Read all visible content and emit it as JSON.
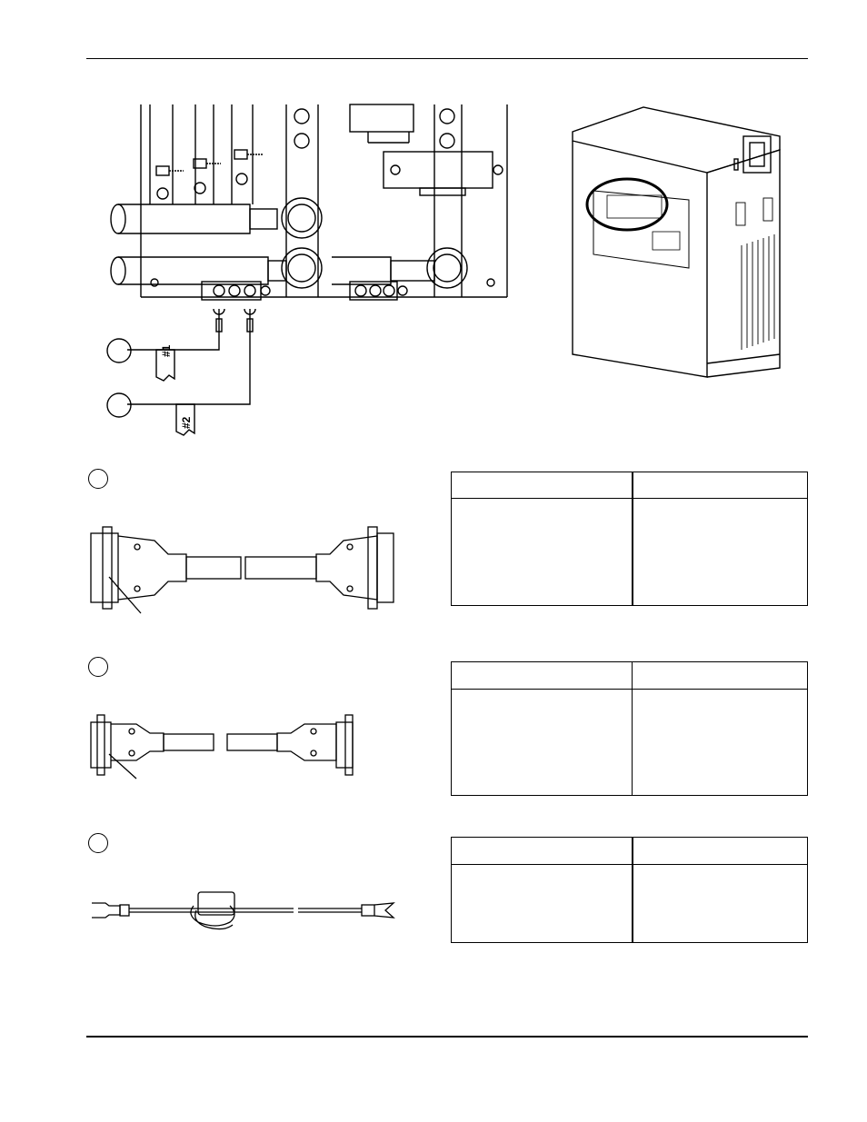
{
  "figure_labels": {
    "tag1": "#1",
    "tag2": "#2"
  },
  "tables": [
    {
      "id": "table-1",
      "header": [
        "",
        ""
      ],
      "body": [
        "",
        ""
      ]
    },
    {
      "id": "table-2",
      "header": [
        "",
        ""
      ],
      "body": [
        "",
        ""
      ]
    },
    {
      "id": "table-3",
      "header": [
        "",
        ""
      ],
      "body": [
        "",
        ""
      ]
    }
  ]
}
